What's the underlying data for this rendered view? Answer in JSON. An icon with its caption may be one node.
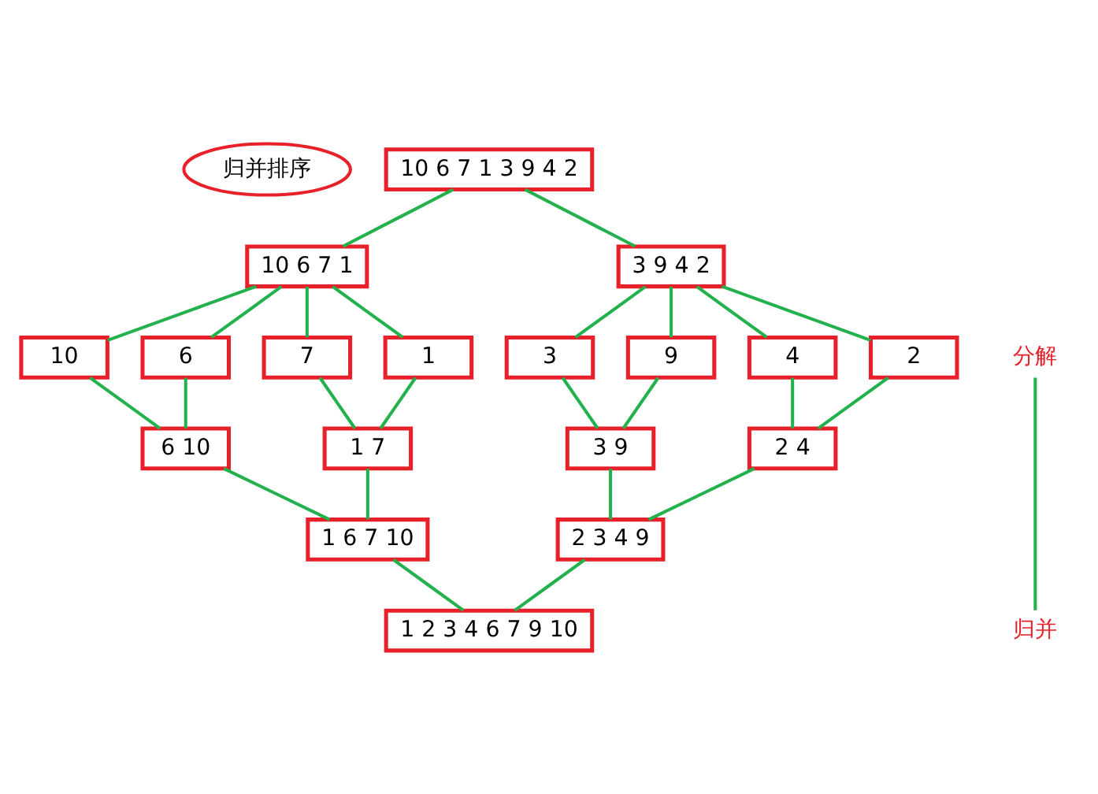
{
  "diagram": {
    "nodes": [
      {
        "text": [
          "归并排序"
        ]
      },
      {
        "text": [
          "10 6 7 1 3 9 4 2"
        ]
      },
      {
        "text": [
          "10 6 7 1"
        ]
      },
      {
        "text": [
          "3 9 4 2"
        ]
      },
      {
        "text": [
          "10"
        ]
      },
      {
        "text": [
          "6"
        ]
      },
      {
        "text": [
          "7"
        ]
      },
      {
        "text": [
          "1"
        ]
      },
      {
        "text": [
          "3"
        ]
      },
      {
        "text": [
          "9"
        ]
      },
      {
        "text": [
          "4"
        ]
      },
      {
        "text": [
          "2"
        ]
      },
      {
        "text": [
          "6 10"
        ]
      },
      {
        "text": [
          "1 7"
        ]
      },
      {
        "text": [
          "3 9"
        ]
      },
      {
        "text": [
          "2 4"
        ]
      },
      {
        "text": [
          "1 6 7 10"
        ]
      },
      {
        "text": [
          "2 3 4 9"
        ]
      },
      {
        "text": [
          "1 2 3 4 6 7 9 10"
        ]
      },
      {
        "text": [
          "分解"
        ]
      },
      {
        "text": [
          "归并"
        ]
      }
    ],
    "edges": [
      {
        "from": 1,
        "to": 2,
        "arrow": "none"
      },
      {
        "from": 1,
        "to": 3,
        "arrow": "none"
      },
      {
        "from": 2,
        "to": 4,
        "arrow": "none"
      },
      {
        "from": 2,
        "to": 5,
        "arrow": "none"
      },
      {
        "from": 2,
        "to": 6,
        "arrow": "none"
      },
      {
        "from": 2,
        "to": 7,
        "arrow": "none"
      },
      {
        "from": 3,
        "to": 8,
        "arrow": "none"
      },
      {
        "from": 3,
        "to": 9,
        "arrow": "none"
      },
      {
        "from": 3,
        "to": 10,
        "arrow": "none"
      },
      {
        "from": 3,
        "to": 11,
        "arrow": "none"
      },
      {
        "from": 4,
        "to": 12,
        "arrow": "none"
      },
      {
        "from": 5,
        "to": 12,
        "arrow": "none"
      },
      {
        "from": 6,
        "to": 13,
        "arrow": "none"
      },
      {
        "from": 7,
        "to": 13,
        "arrow": "none"
      },
      {
        "from": 8,
        "to": 14,
        "arrow": "none"
      },
      {
        "from": 9,
        "to": 14,
        "arrow": "none"
      },
      {
        "from": 10,
        "to": 15,
        "arrow": "none"
      },
      {
        "from": 11,
        "to": 15,
        "arrow": "none"
      },
      {
        "from": 12,
        "to": 16,
        "arrow": "none"
      },
      {
        "from": 13,
        "to": 16,
        "arrow": "none"
      },
      {
        "from": 14,
        "to": 17,
        "arrow": "none"
      },
      {
        "from": 15,
        "to": 17,
        "arrow": "none"
      },
      {
        "from": 16,
        "to": 18,
        "arrow": "none"
      },
      {
        "from": 17,
        "to": 18,
        "arrow": "none"
      },
      {
        "from": 19,
        "to": 20,
        "arrow": "none"
      }
    ]
  }
}
